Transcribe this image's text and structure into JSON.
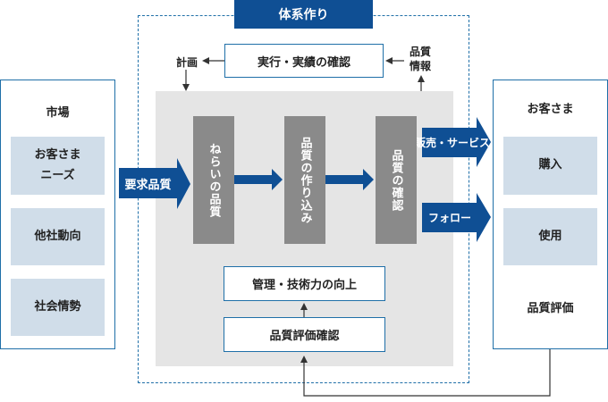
{
  "system": {
    "title": "体系作り"
  },
  "top": {
    "check_label": "実行・実績の確認",
    "plan_label": "計画",
    "quality_info_label": "品質\n情報"
  },
  "process": {
    "aim_label": "ねらいの品質",
    "build_label": "品質の作り込み",
    "confirm_label": "品質の確認",
    "improve_label": "管理・技術力の向上",
    "eval_label": "品質評価確認"
  },
  "arrows": {
    "input_label": "要求品質",
    "sales_label": "販売・サービス",
    "follow_label": "フォロー"
  },
  "market": {
    "title": "市場",
    "items": [
      {
        "label": "お客さま\nニーズ"
      },
      {
        "label": "他社動向"
      },
      {
        "label": "社会情勢"
      }
    ]
  },
  "customer": {
    "title": "お客さま",
    "items": [
      {
        "label": "購入"
      },
      {
        "label": "使用"
      }
    ],
    "eval_label": "品質評価"
  },
  "colors": {
    "navy": "#0f4f94",
    "blue": "#1f6fa8",
    "light_blue": "#d0dde9",
    "gray_box": "#8a8a8a",
    "gray_area": "#e5e5e5"
  }
}
